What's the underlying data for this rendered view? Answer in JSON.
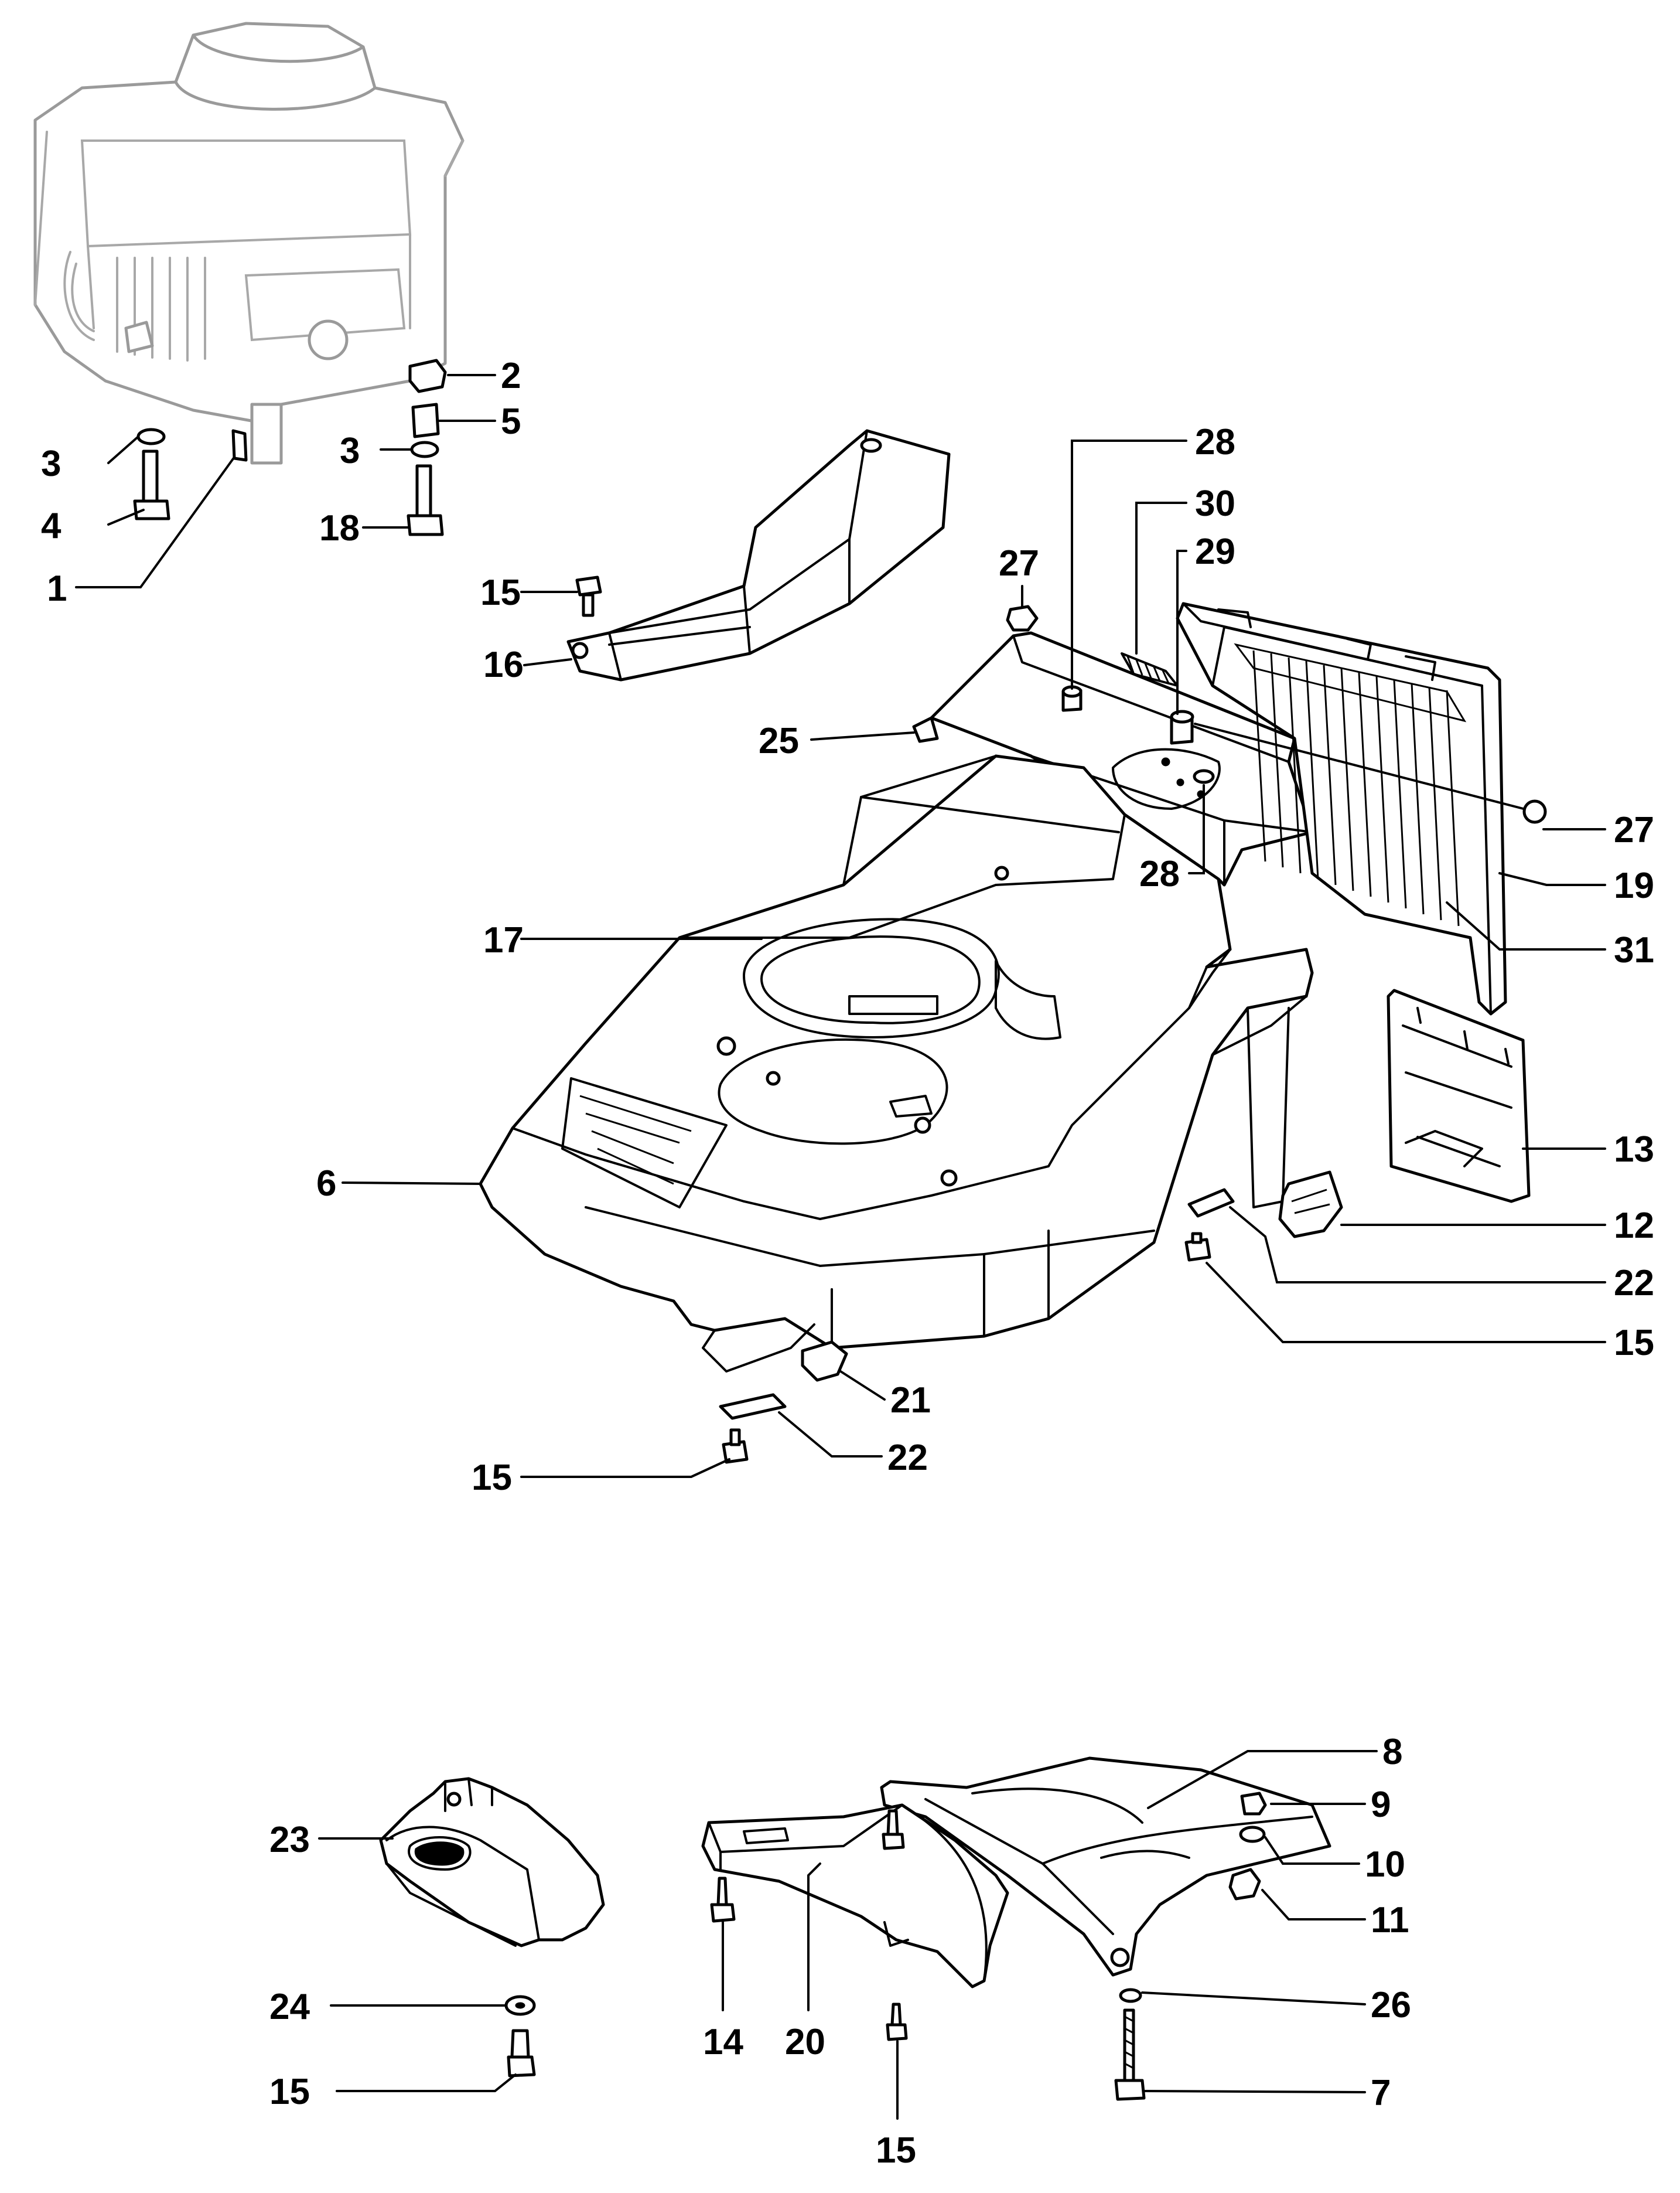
{
  "callouts": [
    {
      "id": "c2-a",
      "text": "2"
    },
    {
      "id": "c5-a",
      "text": "5"
    },
    {
      "id": "c3-a",
      "text": "3"
    },
    {
      "id": "c3-b",
      "text": "3"
    },
    {
      "id": "c4-a",
      "text": "4"
    },
    {
      "id": "c18-a",
      "text": "18"
    },
    {
      "id": "c1-a",
      "text": "1"
    },
    {
      "id": "c15-a",
      "text": "15"
    },
    {
      "id": "c16-a",
      "text": "16"
    },
    {
      "id": "c28-a",
      "text": "28"
    },
    {
      "id": "c30-a",
      "text": "30"
    },
    {
      "id": "c29-a",
      "text": "29"
    },
    {
      "id": "c27-a",
      "text": "27"
    },
    {
      "id": "c25-a",
      "text": "25"
    },
    {
      "id": "c27-b",
      "text": "27"
    },
    {
      "id": "c28-b",
      "text": "28"
    },
    {
      "id": "c19-a",
      "text": "19"
    },
    {
      "id": "c31-a",
      "text": "31"
    },
    {
      "id": "c17-a",
      "text": "17"
    },
    {
      "id": "c13-a",
      "text": "13"
    },
    {
      "id": "c6-a",
      "text": "6"
    },
    {
      "id": "c12-a",
      "text": "12"
    },
    {
      "id": "c22-a",
      "text": "22"
    },
    {
      "id": "c15-b",
      "text": "15"
    },
    {
      "id": "c21-a",
      "text": "21"
    },
    {
      "id": "c22-b",
      "text": "22"
    },
    {
      "id": "c15-c",
      "text": "15"
    },
    {
      "id": "c8-a",
      "text": "8"
    },
    {
      "id": "c9-a",
      "text": "9"
    },
    {
      "id": "c10-a",
      "text": "10"
    },
    {
      "id": "c11-a",
      "text": "11"
    },
    {
      "id": "c23-a",
      "text": "23"
    },
    {
      "id": "c26-a",
      "text": "26"
    },
    {
      "id": "c24-a",
      "text": "24"
    },
    {
      "id": "c7-a",
      "text": "7"
    },
    {
      "id": "c14-a",
      "text": "14"
    },
    {
      "id": "c20-a",
      "text": "20"
    },
    {
      "id": "c15-d",
      "text": "15"
    },
    {
      "id": "c15-e",
      "text": "15"
    }
  ]
}
